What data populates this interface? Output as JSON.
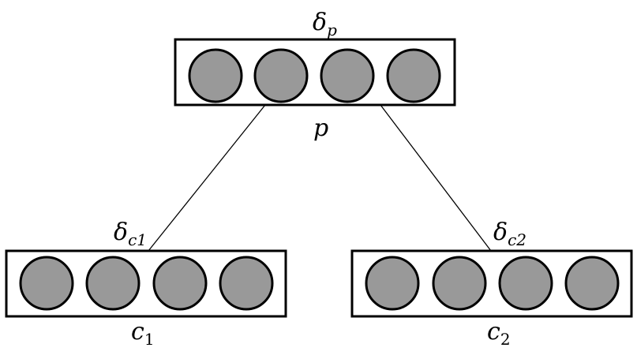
{
  "colors": {
    "neuron_fill": "#999999",
    "stroke": "#000000",
    "background": "#ffffff"
  },
  "nodes": {
    "parent": {
      "delta": {
        "symbol": "δ",
        "subscript": "p"
      },
      "name": {
        "symbol": "p",
        "subscript": ""
      }
    },
    "child1": {
      "delta": {
        "symbol": "δ",
        "subscript": "c1"
      },
      "name": {
        "symbol": "c",
        "subscript": "1"
      }
    },
    "child2": {
      "delta": {
        "symbol": "δ",
        "subscript": "c2"
      },
      "name": {
        "symbol": "c",
        "subscript": "2"
      }
    }
  }
}
